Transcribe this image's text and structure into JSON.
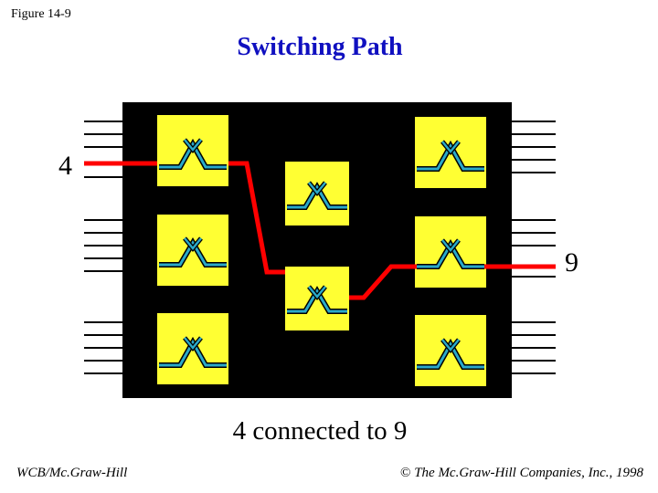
{
  "figure_label": "Figure 14-9",
  "title": "Switching Path",
  "caption": "4 connected to 9",
  "input_port_label": "4",
  "output_port_label": "9",
  "footer": {
    "publisher": "WCB/Mc.Graw-Hill",
    "copyright_symbol": "©",
    "copyright_text": "The Mc.Graw-Hill Companies, Inc., 1998"
  },
  "colors": {
    "switch_frame": "#000000",
    "crossbar": "#ffff33",
    "crosspoint": "#2aa9c9",
    "path": "#ff0000",
    "title": "#1010c0"
  }
}
